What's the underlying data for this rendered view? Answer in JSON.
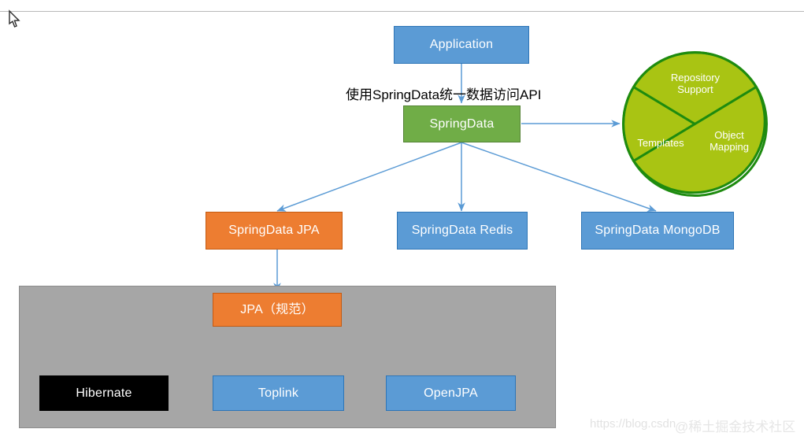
{
  "diagram": {
    "title_text": "使用SpringData统一数据访问API",
    "colors": {
      "blue_fill": "#5B9BD5",
      "blue_border": "#2E75B6",
      "green_fill": "#70AD47",
      "green_border": "#548235",
      "orange_fill": "#ED7D31",
      "orange_border": "#C55A11",
      "black_fill": "#000000",
      "panel_fill": "#a6a6a6",
      "panel_border": "#8c8c8c",
      "arrow": "#5B9BD5",
      "pie_fill": "#A9C413",
      "pie_border": "#1E8B0F",
      "top_rule": "#b9b9b9"
    },
    "nodes": {
      "application": "Application",
      "springdata": "SpringData",
      "springdata_jpa": "SpringData JPA",
      "springdata_redis": "SpringData Redis",
      "springdata_mongodb": "SpringData MongoDB",
      "jpa_spec": "JPA（规范）",
      "hibernate": "Hibernate",
      "toplink": "Toplink",
      "openjpa": "OpenJPA"
    },
    "pie": {
      "segments": [
        {
          "label": "Repository\nSupport"
        },
        {
          "label": "Templates"
        },
        {
          "label": "Object\nMapping"
        }
      ]
    }
  },
  "watermark": {
    "url": "https://blog.csdn",
    "brand": "@稀土掘金技术社区"
  }
}
